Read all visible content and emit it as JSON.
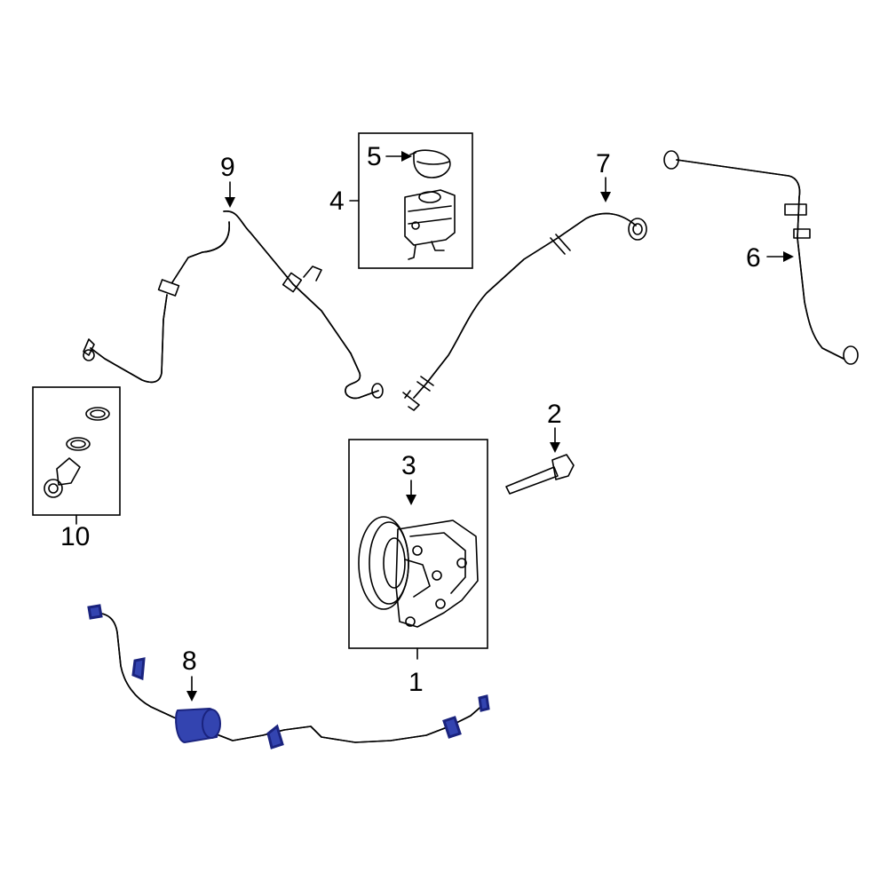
{
  "callouts": {
    "c1": "1",
    "c2": "2",
    "c3": "3",
    "c4": "4",
    "c5": "5",
    "c6": "6",
    "c7": "7",
    "c8": "8",
    "c9": "9",
    "c10": "10"
  },
  "colors": {
    "line": "#000000",
    "highlight_fill": "#3344b0",
    "highlight_dark": "#1a237e",
    "background": "#ffffff"
  },
  "highlighted_part": "8"
}
